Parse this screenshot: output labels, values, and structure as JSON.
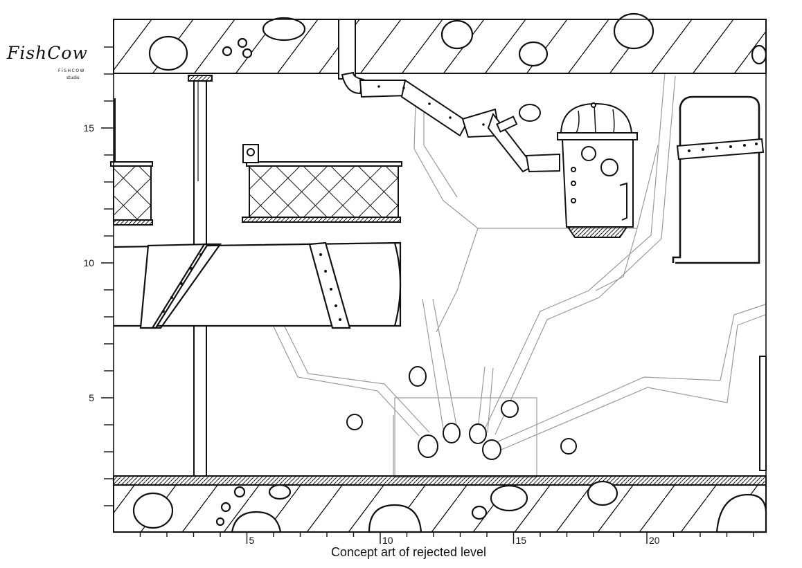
{
  "studio": {
    "logo_text": "FishCow",
    "name": "FISHCOW",
    "tagline": "studio"
  },
  "caption": "Concept art of rejected level",
  "axes": {
    "x_ticks": [
      "5",
      "10",
      "15",
      "20"
    ],
    "y_ticks": [
      "15",
      "10",
      "5"
    ]
  },
  "colors": {
    "ink": "#111111",
    "pencil": "#9a9a9a",
    "paper": "#ffffff"
  },
  "level_elements": [
    "ceiling-rock-band",
    "floor-rock-band",
    "vertical-support-pole",
    "horizontal-pipe",
    "mesh-cage-left",
    "mesh-cage-center",
    "switch-button",
    "drain-pipe",
    "robotic-arm",
    "domed-machine",
    "door-frame-right",
    "tentacle-creature-sketch"
  ]
}
